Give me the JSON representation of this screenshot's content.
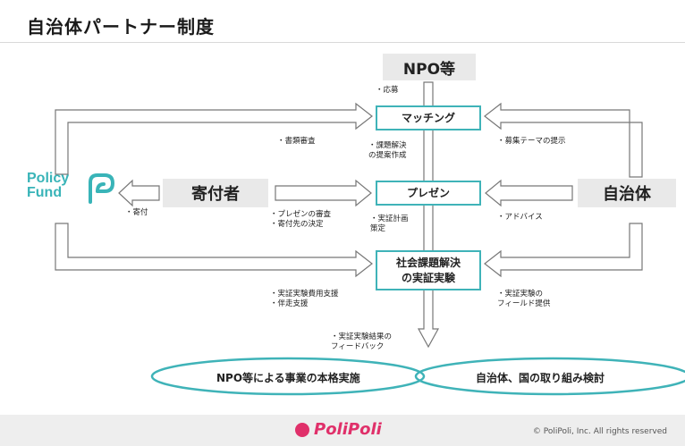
{
  "title": "自治体パートナー制度",
  "npo_header": "NPO等",
  "donor": "寄付者",
  "municipality": "自治体",
  "policy_fund_logo": "Policy Fund",
  "boxes": {
    "matching": "マッチング",
    "presen": "プレゼン",
    "experiment": "社会課題解決\nの実証実験"
  },
  "labels": {
    "apply": "・応募",
    "doc_review": "・書類審査",
    "solution": "・課題解決\nの提案作成",
    "recruit_theme": "・募集テーマの提示",
    "donation": "・寄付",
    "presen_review": "・プレゼンの審査\n・寄付先の決定",
    "plan": "・実証計画\n策定",
    "advice": "・アドバイス",
    "cost_support": "・実証実験費用支援\n・伴走支援",
    "field": "・実証実験の\nフィールド提供",
    "feedback": "・実証実験結果の\nフィードバック"
  },
  "ellipses": {
    "left": "NPO等による事業の本格実施",
    "right": "自治体、国の取り組み検討"
  },
  "footer": {
    "logo": "PoliPoli",
    "copyright": "© PoliPoli, Inc. All rights reserved"
  },
  "colors": {
    "teal": "#3fb3b8",
    "brand_pink": "#e0306a",
    "band_gray": "#e9e9e9"
  },
  "icons": [
    "policy-fund-logo-icon",
    "polipoli-dot-icon"
  ]
}
